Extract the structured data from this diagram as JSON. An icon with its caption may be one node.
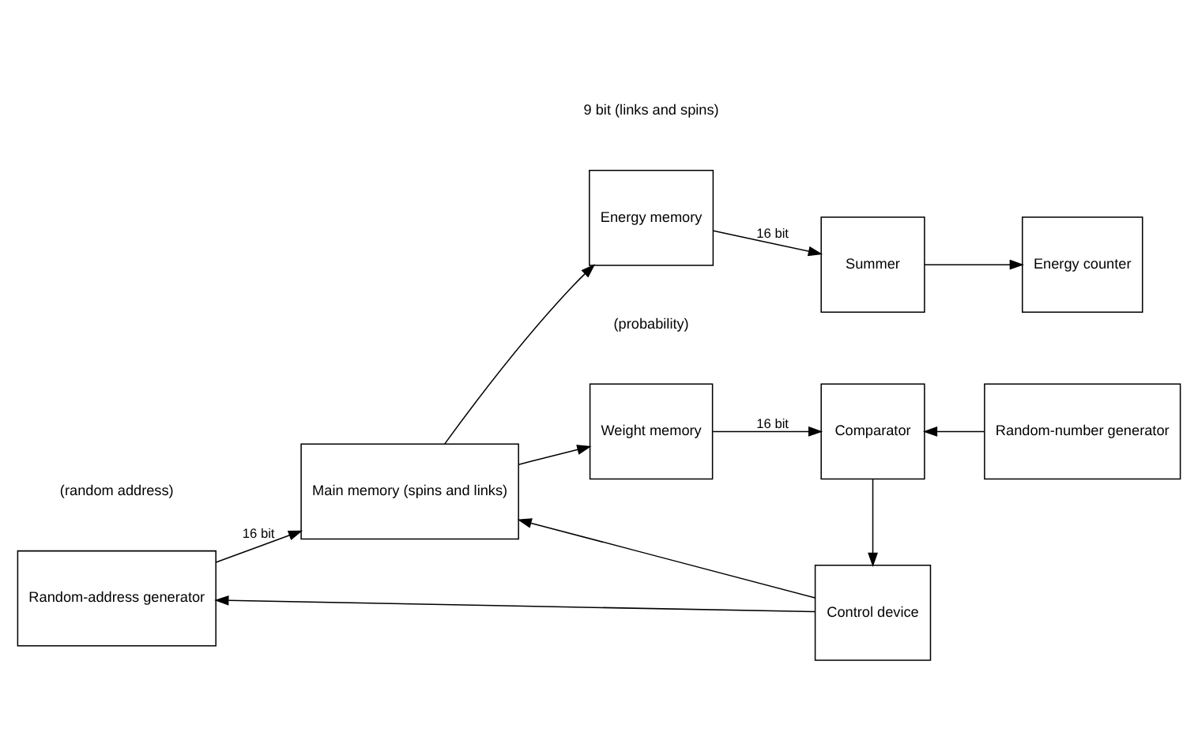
{
  "diagram": {
    "nodes": [
      {
        "text": [
          "Random-address generator"
        ]
      },
      {
        "text": [
          "Main memory (spins and links)"
        ]
      },
      {
        "text": [
          "Energy memory"
        ]
      },
      {
        "text": [
          "Summer"
        ]
      },
      {
        "text": [
          "Energy counter"
        ]
      },
      {
        "text": [
          "Weight memory"
        ]
      },
      {
        "text": [
          "Comparator"
        ]
      },
      {
        "text": [
          "Random-number generator"
        ]
      },
      {
        "text": [
          "Control device"
        ]
      }
    ],
    "edges": [
      {
        "from": 0,
        "to": 1,
        "arrow": "to",
        "label": "16 bit"
      },
      {
        "from": 1,
        "to": 2,
        "arrow": "to"
      },
      {
        "from": 1,
        "to": 5,
        "arrow": "to"
      },
      {
        "from": 2,
        "to": 3,
        "arrow": "to",
        "label": "16 bit"
      },
      {
        "from": 3,
        "to": 4,
        "arrow": "to"
      },
      {
        "from": 5,
        "to": 6,
        "arrow": "to",
        "label": "16 bit"
      },
      {
        "from": 7,
        "to": 6,
        "arrow": "to"
      },
      {
        "from": 6,
        "to": 8,
        "arrow": "to"
      },
      {
        "from": 8,
        "to": 0,
        "arrow": "to"
      },
      {
        "from": 8,
        "to": 1,
        "arrow": "to"
      }
    ],
    "labels": [
      "9 bit (links and spins)",
      "(random address)",
      "(probability)"
    ]
  }
}
